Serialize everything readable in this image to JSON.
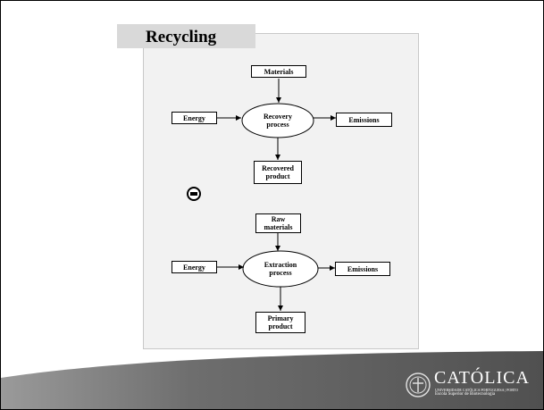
{
  "slide": {
    "title": "Recycling"
  },
  "recovery_diagram": {
    "input_top": "Materials",
    "input_left": "Energy",
    "process": "Recovery process",
    "output_right": "Emissions",
    "output_bottom": "Recovered product"
  },
  "operator_symbol": "minus-icon",
  "extraction_diagram": {
    "input_top": "Raw materials",
    "input_left": "Energy",
    "process": "Extraction process",
    "output_right": "Emissions",
    "output_bottom": "Primary product"
  },
  "logo": {
    "name": "CATÓLICA",
    "sub1": "UNIVERSIDADE CATÓLICA PORTUGUESA | PORTO",
    "sub2": "Escola Superior de Biotecnologia"
  },
  "colors": {
    "title_bg": "#d9d9d9",
    "panel_bg": "#f2f2f2",
    "footer": "#505050"
  }
}
